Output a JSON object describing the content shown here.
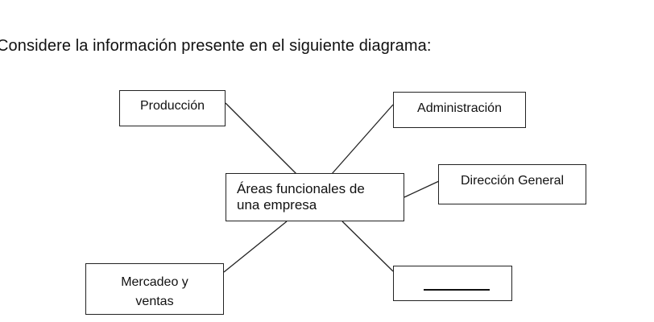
{
  "intro": "Considere la información presente en el siguiente diagrama:",
  "diagram": {
    "center": {
      "line1": "Áreas funcionales de",
      "line2": "una empresa"
    },
    "nodes": {
      "produccion": "Producción",
      "administracion": "Administración",
      "direccion_general": "Dirección General",
      "mercadeo_line1": "Mercadeo y",
      "mercadeo_line2": "ventas",
      "blank": ""
    }
  }
}
